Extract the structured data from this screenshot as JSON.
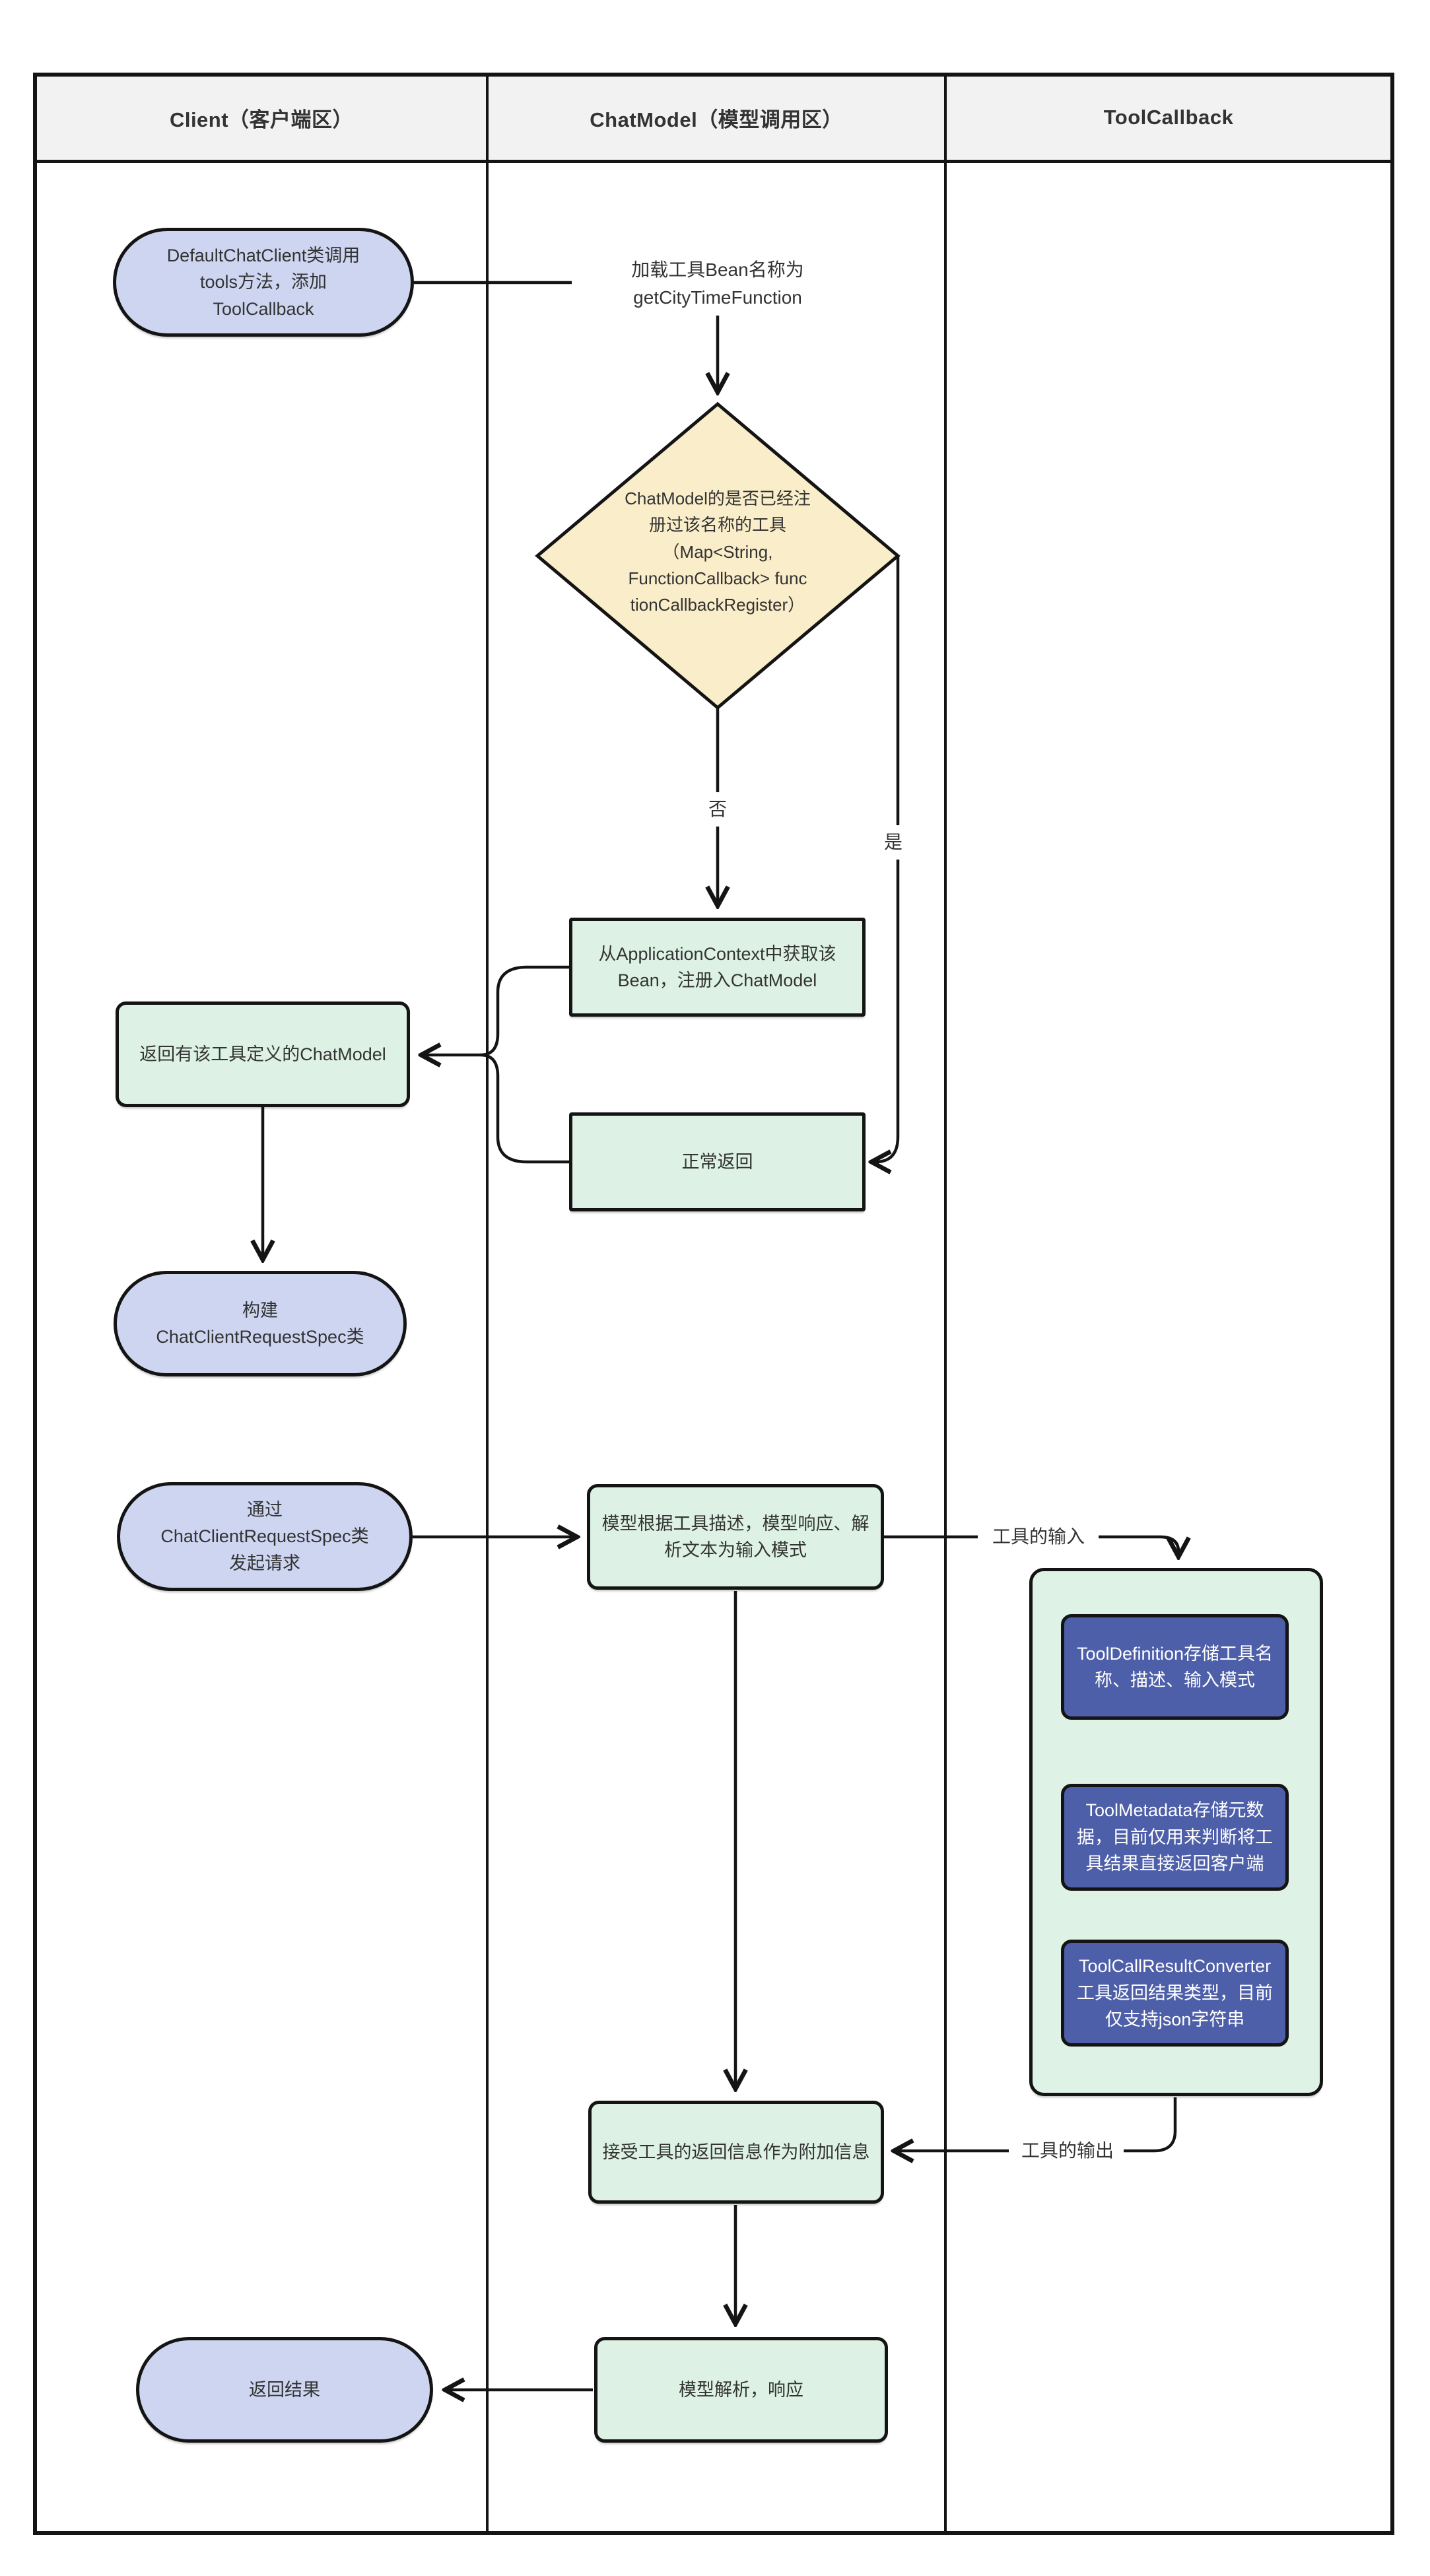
{
  "lanes": [
    {
      "title": "Client（客户端区）"
    },
    {
      "title": "ChatModel（模型调用区）"
    },
    {
      "title": "ToolCallback"
    }
  ],
  "nodes": {
    "client_start": {
      "label": "DefaultChatClient类调用\ntools方法，添加\nToolCallback"
    },
    "load_bean": {
      "label": "加载工具Bean名称为\ngetCityTimeFunction"
    },
    "decision": {
      "label": "ChatModel的是否已经注\n册过该名称的工具\n（Map<String,\nFunctionCallback> func\ntionCallbackRegister）"
    },
    "get_bean": {
      "label": "从ApplicationContext中获取该\nBean，注册入ChatModel"
    },
    "normal_return": {
      "label": "正常返回"
    },
    "return_chatmodel": {
      "label": "返回有该工具定义的ChatModel"
    },
    "build_spec": {
      "label": "构建\nChatClientRequestSpec类"
    },
    "send_request": {
      "label": "通过\nChatClientRequestSpec类\n发起请求"
    },
    "model_input": {
      "label": "模型根据工具描述，模型响应、解\n析文本为输入模式"
    },
    "tool_definition": {
      "label": "ToolDefinition存储工具名\n称、描述、输入模式"
    },
    "tool_metadata": {
      "label": "ToolMetadata存储元数\n据，目前仅用来判断将工\n具结果直接返回客户端"
    },
    "tool_converter": {
      "label": "ToolCallResultConverter\n工具返回结果类型，目前\n仅支持json字符串"
    },
    "accept_return": {
      "label": "接受工具的返回信息作为附加信息"
    },
    "model_response": {
      "label": "模型解析，响应"
    },
    "return_result": {
      "label": "返回结果"
    }
  },
  "edge_labels": {
    "no": "否",
    "yes": "是",
    "tool_input": "工具的输入",
    "tool_output": "工具的输出"
  },
  "colors": {
    "stadium_fill": "#CDD5F1",
    "process_fill": "#DDF2E4",
    "decision_fill": "#FAEDC9",
    "container_fill": "#DEF3E6",
    "tool_box_fill": "#4E5FA9",
    "tool_box_text": "#FFFFFF",
    "header_bg": "#F2F2F2",
    "line": "#141414",
    "text": "#333333"
  }
}
